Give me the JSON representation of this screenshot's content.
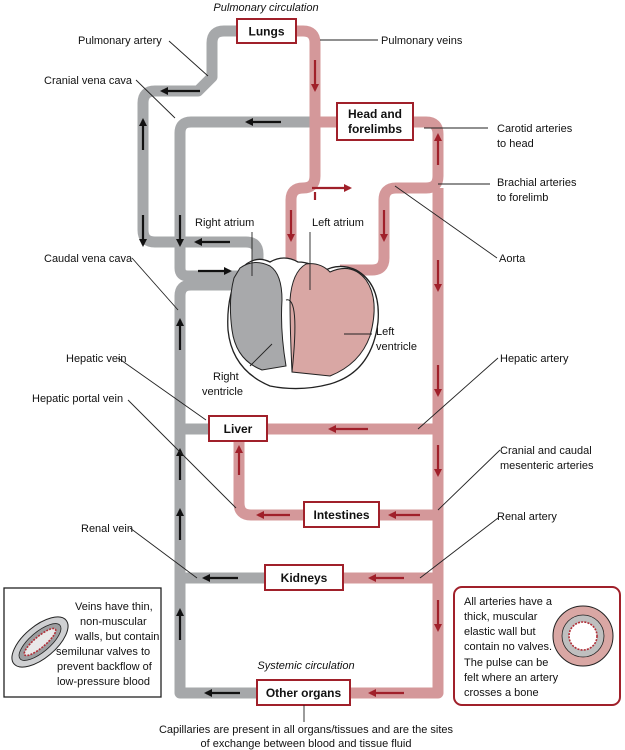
{
  "colors": {
    "vein": "#a6a8aa",
    "artery": "#d4989a",
    "arrow_vein": "#111111",
    "arrow_artery": "#a0202a",
    "box_border": "#a0202a",
    "heart_left": "#d9a7a4",
    "heart_right": "#a8a9ab"
  },
  "titles": {
    "pulmonary": "Pulmonary circulation",
    "systemic": "Systemic circulation"
  },
  "organs": {
    "lungs": "Lungs",
    "head_line1": "Head and",
    "head_line2": "forelimbs",
    "liver": "Liver",
    "intestines": "Intestines",
    "kidneys": "Kidneys",
    "other": "Other organs"
  },
  "labels": {
    "pulmonary_artery": "Pulmonary artery",
    "pulmonary_veins": "Pulmonary veins",
    "cranial_vena_cava": "Cranial vena cava",
    "carotid_1": "Carotid arteries",
    "carotid_2": "to head",
    "brachial_1": "Brachial arteries",
    "brachial_2": "to forelimb",
    "right_atrium": "Right atrium",
    "left_atrium": "Left atrium",
    "caudal_vena_cava": "Caudal vena cava",
    "aorta": "Aorta",
    "left_ventricle_1": "Left",
    "left_ventricle_2": "ventricle",
    "right_ventricle_1": "Right",
    "right_ventricle_2": "ventricle",
    "hepatic_vein": "Hepatic vein",
    "hepatic_artery": "Hepatic artery",
    "hepatic_portal_vein": "Hepatic portal vein",
    "mesenteric_1": "Cranial and caudal",
    "mesenteric_2": "mesenteric arteries",
    "renal_vein": "Renal vein",
    "renal_artery": "Renal artery"
  },
  "vein_note": [
    "Veins have thin,",
    "non-muscular",
    "walls, but contain",
    "semilunar valves to",
    "prevent backflow of",
    "low-pressure blood"
  ],
  "artery_note": [
    "All arteries have a",
    "thick, muscular",
    "elastic wall but",
    "contain no valves.",
    "The pulse can be",
    "felt where an artery",
    "crosses a bone"
  ],
  "caption": [
    "Capillaries are present in all organs/tissues and are the sites",
    "of exchange between blood and tissue fluid"
  ]
}
